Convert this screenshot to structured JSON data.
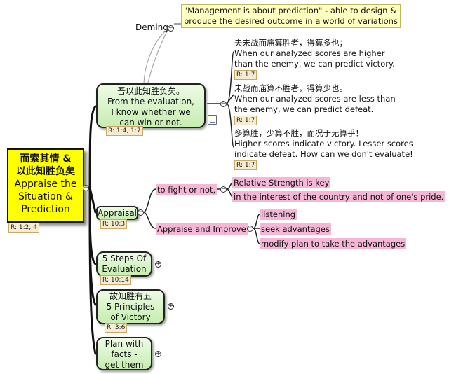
{
  "root": {
    "label_cn": "而索其情 &\n以此知胜负矣",
    "label_en": "Appraise the\nSituation &\nPrediction",
    "ref": "R: 1:2, 4"
  },
  "deming": {
    "label": "Deming",
    "callout": "\"Management is about prediction\" - able to design &\nproduce the desired outcome in a world of variations"
  },
  "evaluation": {
    "label": "吾以此知胜负矣。\nFrom the evaluation,\nI know whether we\ncan win or not.",
    "ref": "R: 1:4, 1:7",
    "notes": [
      {
        "text": "夫未战而庙算胜者，得算多也；\nWhen our analyzed scores are higher\nthan the enemy, we can predict victory.",
        "ref": "R: 1:7"
      },
      {
        "text": "未战而庙算不胜者，得算少也。\nWhen our analyzed scores are less than\nthe enemy, we can predict defeat.",
        "ref": "R: 1:7"
      },
      {
        "text": "多算胜，少算不胜，而况于无算乎！\nHigher scores indicate victory. Lesser scores\nindicate defeat. How can we don't evaluate!",
        "ref": "R: 1:7"
      }
    ]
  },
  "appraisal": {
    "label": "Appraisal",
    "ref": "R: 10:3",
    "fight": {
      "label": "to fight or not,",
      "items": [
        "Relative Strength is key",
        "in the interest of the country and not of one's pride."
      ]
    },
    "improve": {
      "label": "Appraise and Improve",
      "items": [
        "listening",
        "seek advantages",
        "modify plan to take the advantages"
      ]
    }
  },
  "steps": {
    "label": "5 Steps Of\nEvaluation",
    "ref": "R: 10:14"
  },
  "principles": {
    "label": "故知胜有五\n5 Principles\nof Victory",
    "ref": "R: 3:6"
  },
  "plan": {
    "label": "Plan with\nfacts -\nget them"
  },
  "toggles": {
    "collapse": "−",
    "expand": "+"
  }
}
